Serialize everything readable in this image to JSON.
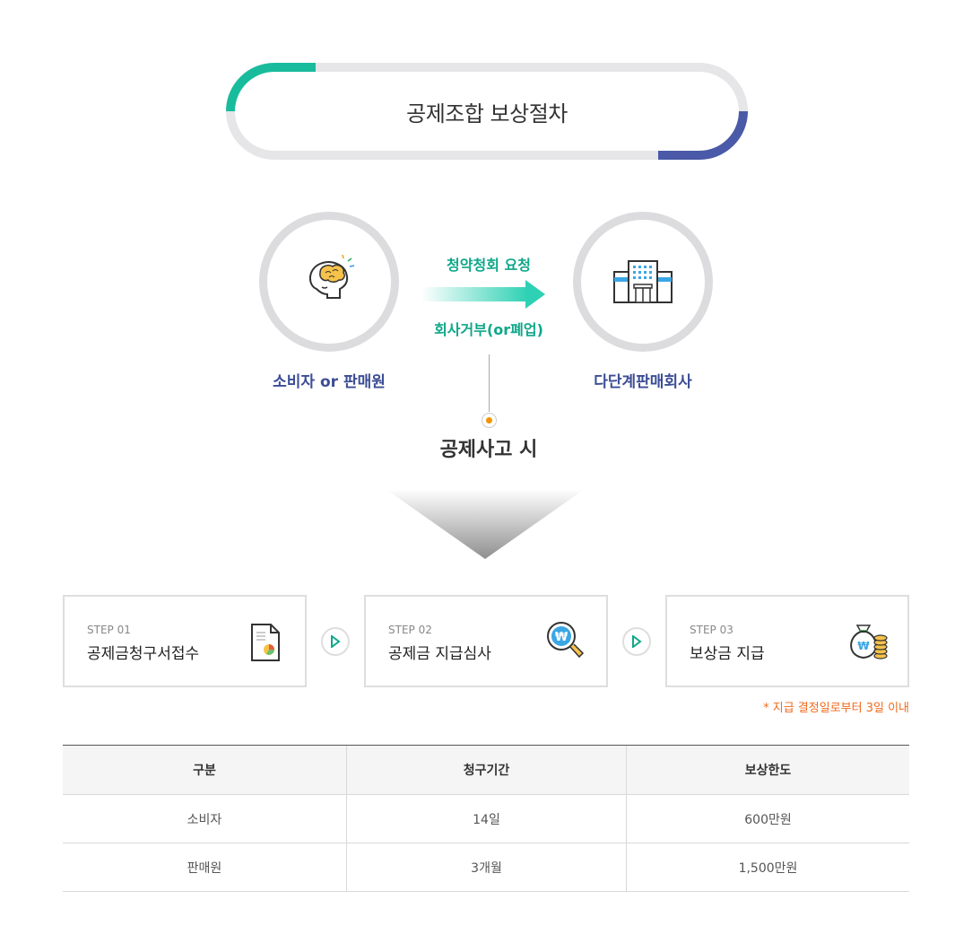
{
  "title": "공제조합 보상절차",
  "parties": {
    "left": {
      "label": "소비자 or 판매원",
      "icon": "thinking-head-icon"
    },
    "right": {
      "label": "다단계판매회사",
      "icon": "office-building-icon"
    }
  },
  "flow": {
    "top_label": "청약청회 요청",
    "bottom_label": "회사거부(or폐업)"
  },
  "accident_label": "공제사고 시",
  "steps": [
    {
      "no": "STEP 01",
      "name": "공제금청구서접수",
      "icon": "document-chart-icon"
    },
    {
      "no": "STEP 02",
      "name": "공제금 지급심사",
      "icon": "won-magnifier-icon"
    },
    {
      "no": "STEP 03",
      "name": "보상금 지급",
      "icon": "money-bag-coins-icon"
    }
  ],
  "note": "* 지급 결정일로부터 3일 이내",
  "table": {
    "headers": [
      "구분",
      "청구기간",
      "보상한도"
    ],
    "rows": [
      [
        "소비자",
        "14일",
        "600만원"
      ],
      [
        "판매원",
        "3개월",
        "1,500만원"
      ]
    ]
  },
  "colors": {
    "accent_green": "#0fa78a",
    "accent_navy": "#3c4d95",
    "accent_orange": "#f06a1d",
    "teal_pill": "#18bc9c",
    "navy_pill": "#4a5aa8"
  }
}
